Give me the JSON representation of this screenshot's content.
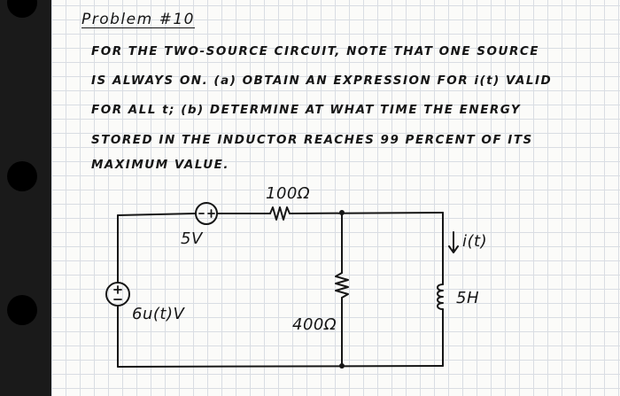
{
  "problem": {
    "title": "Problem #10",
    "lines": [
      "FOR THE TWO-SOURCE CIRCUIT, NOTE THAT ONE SOURCE",
      "IS ALWAYS ON. (a) OBTAIN AN EXPRESSION FOR i(t) VALID",
      "FOR ALL t; (b) DETERMINE AT WHAT TIME THE ENERGY",
      "STORED IN THE INDUCTOR REACHES 99 PERCENT OF ITS",
      "MAXIMUM VALUE."
    ]
  },
  "circuit": {
    "top_source_label": "5V",
    "resistor_top_label": "100Ω",
    "left_source_label": "6u(t)V",
    "resistor_mid_label": "400Ω",
    "current_label": "i(t)",
    "inductor_label": "5H"
  },
  "colors": {
    "ink": "#161616",
    "grid": "#d9dde3",
    "paper": "#fbfbf9"
  }
}
